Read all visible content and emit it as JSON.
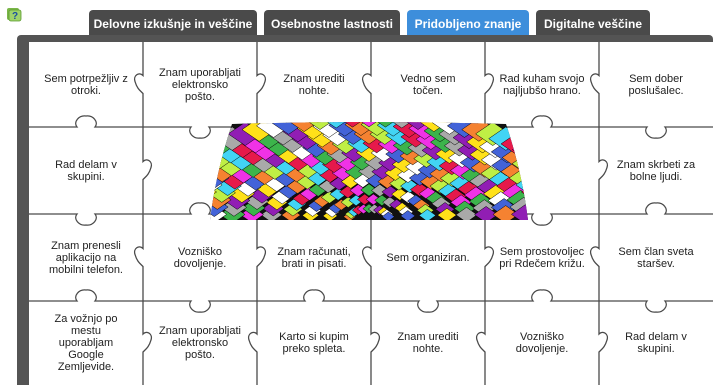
{
  "tabs": [
    {
      "label": "Delovne izkušnje in veščine",
      "active": false
    },
    {
      "label": "Osebnostne lastnosti",
      "active": false
    },
    {
      "label": "Pridobljeno znanje",
      "active": true
    },
    {
      "label": "Digitalne veščine",
      "active": false
    }
  ],
  "colors": {
    "active_tab": "#3d8edb",
    "inactive_tab": "#4a4a4a",
    "board": "#545454"
  },
  "icons": {
    "help": "help-icon",
    "center_image": "rainbow-mosaic-image"
  },
  "cards": {
    "r0c0": "Sem potrpežljiv z otroki.",
    "r0c1": "Znam uporabljati elektronsko pošto.",
    "r0c2": "Znam urediti nohte.",
    "r0c3": "Vedno sem točen.",
    "r0c4": "Rad kuham svojo najljubšo hrano.",
    "r0c5": "Sem dober poslušalec.",
    "r1c0": "Rad delam v skupini.",
    "r1c5": "Znam skrbeti za bolne ljudi.",
    "r2c0": "Znam prenesli aplikacijo na mobilni telefon.",
    "r2c1": "Vozniško dovoljenje.",
    "r2c2": "Znam računati, brati in pisati.",
    "r2c3": "Sem organiziran.",
    "r2c4": "Sem prostovoljec pri Rdečem križu.",
    "r2c5": "Sem član sveta staršev.",
    "r3c0": "Za vožnjo po mestu uporabljam Google Zemljevide.",
    "r3c1": "Znam uporabljati elektronsko pošto.",
    "r3c2": "Karto si kupim preko spleta.",
    "r3c3": "Znam urediti nohte.",
    "r3c4": "Vozniško dovoljenje.",
    "r3c5": "Rad delam v skupini."
  }
}
